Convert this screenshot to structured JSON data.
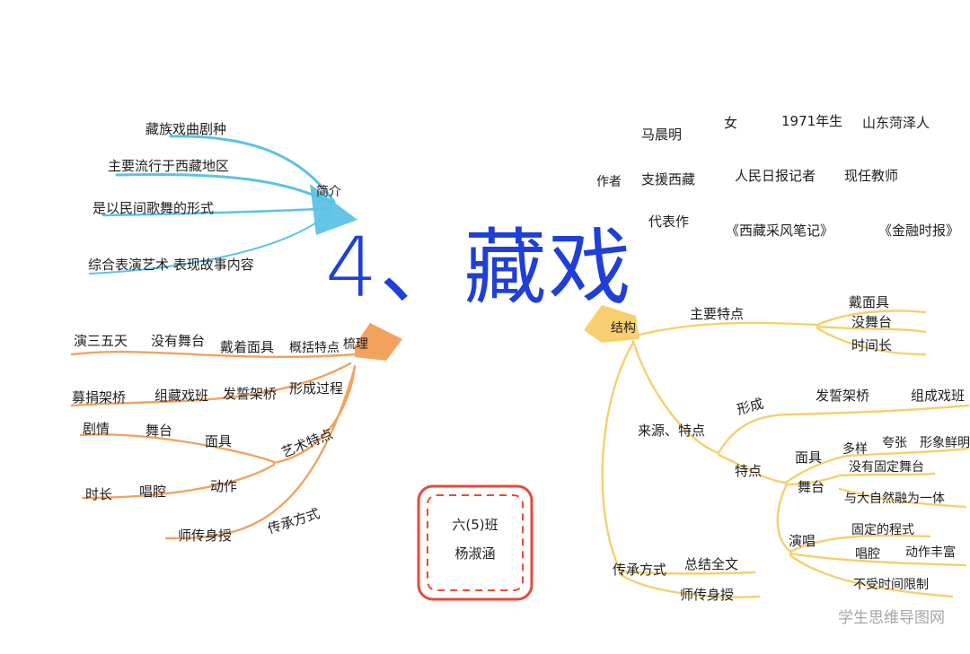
{
  "title": "4、藏戏",
  "watermark": "学生思维导图网",
  "student_card": {
    "class": "六(5)班",
    "name": "杨淑涵"
  },
  "colors": {
    "blue": "#5bc3e6",
    "orange": "#f3a25e",
    "yellow": "#f7cf6e",
    "title": "#1f3fd6",
    "card": "#e8493b"
  },
  "intro": {
    "label": "简介",
    "items": [
      "藏族戏曲剧种",
      "主要流行于西藏地区",
      "是以民间歌舞的形式",
      "综合表演艺术 表现故事内容"
    ]
  },
  "author": {
    "bio": [
      "马晨明",
      "女",
      "1971年生",
      "山东菏泽人"
    ],
    "label": "作者",
    "roles": [
      "支援西藏",
      "人民日报记者",
      "现任教师"
    ],
    "works_label": "代表作",
    "works": [
      "《西藏采风笔记》",
      "《金融时报》"
    ]
  },
  "left": {
    "features_label": "概括特点",
    "features_root": "梳理",
    "features": [
      "演三五天",
      "没有舞台",
      "戴着面具"
    ],
    "formation_label": "形成过程",
    "formation": [
      "募捐架桥",
      "组藏戏班",
      "发誓架桥"
    ],
    "art_label": "艺术特点",
    "art": [
      "剧情",
      "舞台",
      "面具",
      "时长",
      "唱腔",
      "动作"
    ],
    "inherit_label": "传承方式",
    "inherit": [
      "师传身授"
    ]
  },
  "right": {
    "root": "结构",
    "main_label": "主要特点",
    "main": [
      "戴面具",
      "没舞台",
      "时间长"
    ],
    "source_label": "来源、特点",
    "form_label": "形成",
    "form": [
      "发誓架桥",
      "组成戏班"
    ],
    "traits_label": "特点",
    "mask_label": "面具",
    "mask": [
      "多样",
      "夸张",
      "形象鲜明"
    ],
    "stage_label": "舞台",
    "stage": [
      "没有固定舞台",
      "与大自然融为一体"
    ],
    "sing_label": "演唱",
    "sing": [
      "固定的程式",
      "唱腔",
      "动作丰富",
      "不受时间限制"
    ],
    "inherit_label": "传承方式",
    "inherit": [
      "总结全文",
      "师传身授"
    ]
  }
}
